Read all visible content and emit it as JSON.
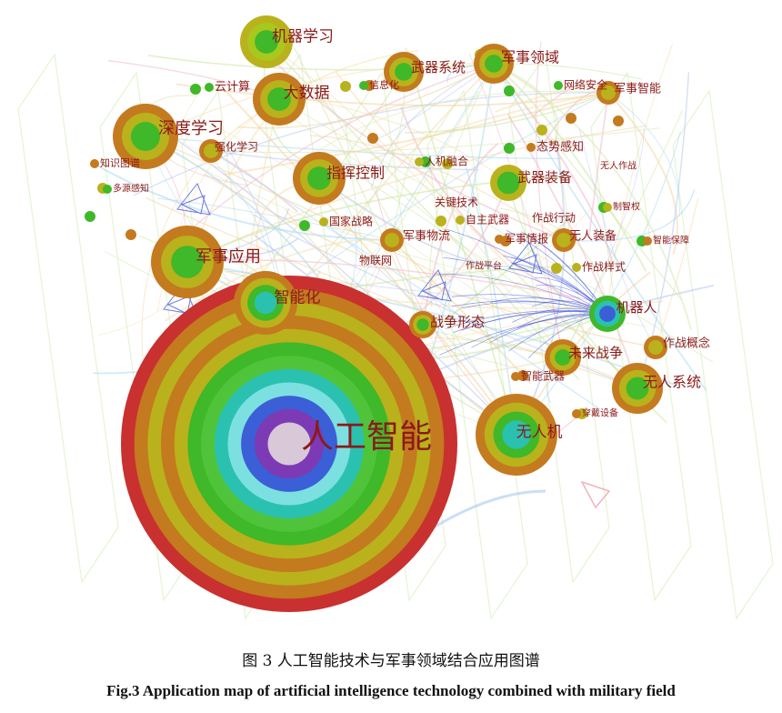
{
  "figure": {
    "caption_cn": "图 3 人工智能技术与军事领域结合应用图谱",
    "caption_en": "Fig.3 Application map of artificial intelligence technology combined with military field"
  },
  "colors": {
    "ring_red": "#c8312f",
    "ring_orange": "#c47a1e",
    "ring_olive": "#b9b21c",
    "ring_yellowgreen": "#a8c81e",
    "ring_green": "#3fb829",
    "ring_cyan": "#2bc1b0",
    "ring_blue": "#3b5fd6",
    "ring_purple": "#7d3ab5",
    "label_red": "#8b1a1a",
    "small_label": "#9b3030",
    "link_blue": "#3045d8"
  },
  "nodes": [
    {
      "id": "n-ai",
      "label": "人工智能",
      "rings": [
        "#c8312f",
        "#c47a1e",
        "#b9b21c",
        "#c47a1e",
        "#b9b21c",
        "#3fb829",
        "#4fc43a",
        "#2bc1b0",
        "#7de0e0",
        "#3b5fd6",
        "#7d3ab5",
        "#d8c8d8"
      ]
    },
    {
      "id": "n-uav",
      "label": "无人机",
      "rings": [
        "#c47a1e",
        "#b9b21c",
        "#3fb829",
        "#2bc1b0"
      ]
    },
    {
      "id": "n-military-app",
      "label": "军事应用",
      "rings": [
        "#c47a1e",
        "#b9b21c",
        "#3fb829"
      ]
    },
    {
      "id": "n-intelligent",
      "label": "智能化",
      "rings": [
        "#c47a1e",
        "#b9b21c",
        "#3fb829",
        "#2bc1b0"
      ]
    },
    {
      "id": "n-deep-learning",
      "label": "深度学习",
      "rings": [
        "#c47a1e",
        "#b9b21c",
        "#3fb829"
      ]
    },
    {
      "id": "n-machine-learning",
      "label": "机器学习",
      "rings": [
        "#b9b21c",
        "#a8c81e",
        "#3fb829"
      ]
    },
    {
      "id": "n-big-data",
      "label": "大数据",
      "rings": [
        "#c47a1e",
        "#b9b21c",
        "#3fb829"
      ]
    },
    {
      "id": "n-command",
      "label": "指挥控制",
      "rings": [
        "#c47a1e",
        "#b9b21c",
        "#3fb829"
      ]
    },
    {
      "id": "n-weapon-system",
      "label": "武器系统",
      "rings": [
        "#c47a1e",
        "#b9b21c",
        "#3fb829"
      ]
    },
    {
      "id": "n-military-domain",
      "label": "军事领域",
      "rings": [
        "#c47a1e",
        "#b9b21c",
        "#3fb829"
      ]
    },
    {
      "id": "n-weapon-equip",
      "label": "武器装备",
      "rings": [
        "#b9b21c",
        "#3fb829"
      ]
    },
    {
      "id": "n-robot",
      "label": "机器人",
      "rings": [
        "#3fb829",
        "#2bc1b0",
        "#3b5fd6"
      ]
    },
    {
      "id": "n-unmanned-sys",
      "label": "无人系统",
      "rings": [
        "#c47a1e",
        "#b9b21c",
        "#3fb829"
      ]
    },
    {
      "id": "n-future-war",
      "label": "未来战争",
      "rings": [
        "#c47a1e",
        "#b9b21c",
        "#3fb829"
      ]
    },
    {
      "id": "n-war-form",
      "label": "战争形态",
      "rings": [
        "#c47a1e",
        "#b9b21c",
        "#3fb829"
      ]
    },
    {
      "id": "n-mil-intel",
      "label": "军事智能",
      "rings": [
        "#c47a1e",
        "#b9b21c"
      ]
    },
    {
      "id": "n-combat-concept",
      "label": "作战概念",
      "rings": [
        "#c47a1e",
        "#b9b21c"
      ]
    },
    {
      "id": "n-unmanned-equip",
      "label": "无人装备",
      "rings": [
        "#c47a1e",
        "#b9b21c"
      ]
    },
    {
      "id": "n-mil-logistics",
      "label": "军事物流",
      "rings": [
        "#c47a1e",
        "#b9b21c"
      ]
    },
    {
      "id": "n-reinforce",
      "label": "强化学习",
      "rings": [
        "#c47a1e",
        "#b9b21c"
      ]
    }
  ],
  "mid_labels": [
    {
      "id": "t-cloud",
      "text": "云计算"
    },
    {
      "id": "t-knowledge",
      "text": "知识图谱"
    },
    {
      "id": "t-netsec",
      "text": "网络安全"
    },
    {
      "id": "t-situation",
      "text": "态势感知"
    },
    {
      "id": "t-human-machine",
      "text": "人机融合"
    },
    {
      "id": "t-key-tech",
      "text": "关键技术"
    },
    {
      "id": "t-national",
      "text": "国家战略"
    },
    {
      "id": "t-autonomous",
      "text": "自主武器"
    },
    {
      "id": "t-combat-action",
      "text": "作战行动"
    },
    {
      "id": "t-mil-intel-info",
      "text": "军事情报"
    },
    {
      "id": "t-combat-style",
      "text": "作战样式"
    },
    {
      "id": "t-iot",
      "text": "物联网"
    },
    {
      "id": "t-smart-weapon",
      "text": "智能武器"
    },
    {
      "id": "t-wearable",
      "text": "穿戴设备"
    },
    {
      "id": "t-intel-support",
      "text": "智能保障"
    },
    {
      "id": "t-superiority",
      "text": "制智权"
    },
    {
      "id": "t-combat-platform",
      "text": "作战平台"
    },
    {
      "id": "t-unmanned-combat",
      "text": "无人作战"
    },
    {
      "id": "t-info",
      "text": "信息化"
    },
    {
      "id": "t-sense",
      "text": "多源感知"
    }
  ]
}
